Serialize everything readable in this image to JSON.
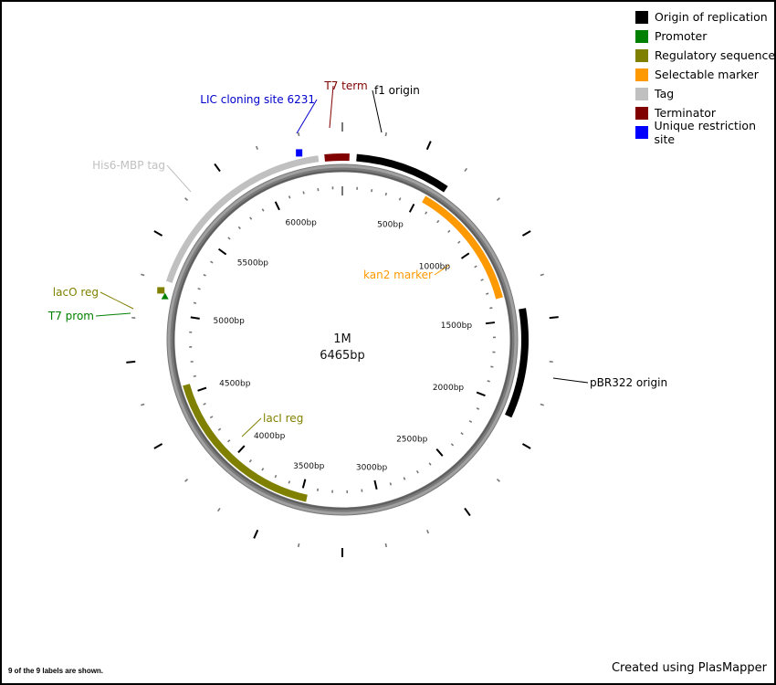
{
  "plasmid": {
    "name": "1M",
    "size_label": "6465bp",
    "length_bp": 6465
  },
  "legend": [
    {
      "label": "Origin of replication",
      "color": "#000000"
    },
    {
      "label": "Promoter",
      "color": "#008000"
    },
    {
      "label": "Regulatory sequence",
      "color": "#808000"
    },
    {
      "label": "Selectable marker",
      "color": "#FF9900"
    },
    {
      "label": "Tag",
      "color": "#C0C0C0"
    },
    {
      "label": "Terminator",
      "color": "#800000"
    },
    {
      "label": "Unique restriction site",
      "color": "#0000FF"
    }
  ],
  "tick_labels": [
    {
      "bp": 500,
      "label": "500bp"
    },
    {
      "bp": 1000,
      "label": "1000bp"
    },
    {
      "bp": 1500,
      "label": "1500bp"
    },
    {
      "bp": 2000,
      "label": "2000bp"
    },
    {
      "bp": 2500,
      "label": "2500bp"
    },
    {
      "bp": 3000,
      "label": "3000bp"
    },
    {
      "bp": 3500,
      "label": "3500bp"
    },
    {
      "bp": 4000,
      "label": "4000bp"
    },
    {
      "bp": 4500,
      "label": "4500bp"
    },
    {
      "bp": 5000,
      "label": "5000bp"
    },
    {
      "bp": 5500,
      "label": "5500bp"
    },
    {
      "bp": 6000,
      "label": "6000bp"
    }
  ],
  "features": [
    {
      "name": "f1 origin",
      "type": "Origin of replication",
      "color": "#000000",
      "start": 80,
      "end": 620,
      "ring": "outer",
      "label_color": "#000000"
    },
    {
      "name": "T7 term",
      "type": "Terminator",
      "color": "#800000",
      "start": 6365,
      "end": 40,
      "ring": "outer",
      "label_color": "#800000"
    },
    {
      "name": "kan2 marker",
      "type": "Selectable marker",
      "color": "#FF9900",
      "start": 540,
      "end": 1350,
      "ring": "inner",
      "label_color": "#FF9900"
    },
    {
      "name": "pBR322 origin",
      "type": "Origin of replication",
      "color": "#000000",
      "start": 1440,
      "end": 2060,
      "ring": "outer",
      "label_color": "#000000"
    },
    {
      "name": "lacI reg",
      "type": "Regulatory sequence",
      "color": "#808000",
      "start": 3460,
      "end": 4560,
      "ring": "inner",
      "label_color": "#808000"
    },
    {
      "name": "T7 prom",
      "type": "Promoter",
      "color": "#008000",
      "start": 5090,
      "end": 5100,
      "ring": "outer",
      "label_color": "#008000"
    },
    {
      "name": "lacO reg",
      "type": "Regulatory sequence",
      "color": "#808000",
      "start": 5110,
      "end": 5135,
      "ring": "outer2",
      "label_color": "#808000"
    },
    {
      "name": "His6-MBP tag",
      "type": "Tag",
      "color": "#C0C0C0",
      "start": 5180,
      "end": 6330,
      "ring": "outer",
      "label_color": "#C0C0C0"
    },
    {
      "name": "LIC cloning site 6231",
      "type": "Unique restriction site",
      "color": "#0000FF",
      "start": 6231,
      "end": 6231,
      "ring": "site",
      "label_color": "#0000CC"
    }
  ],
  "footer": {
    "labels_shown": "9 of the 9 labels are shown.",
    "credit": "Created using PlasMapper"
  }
}
